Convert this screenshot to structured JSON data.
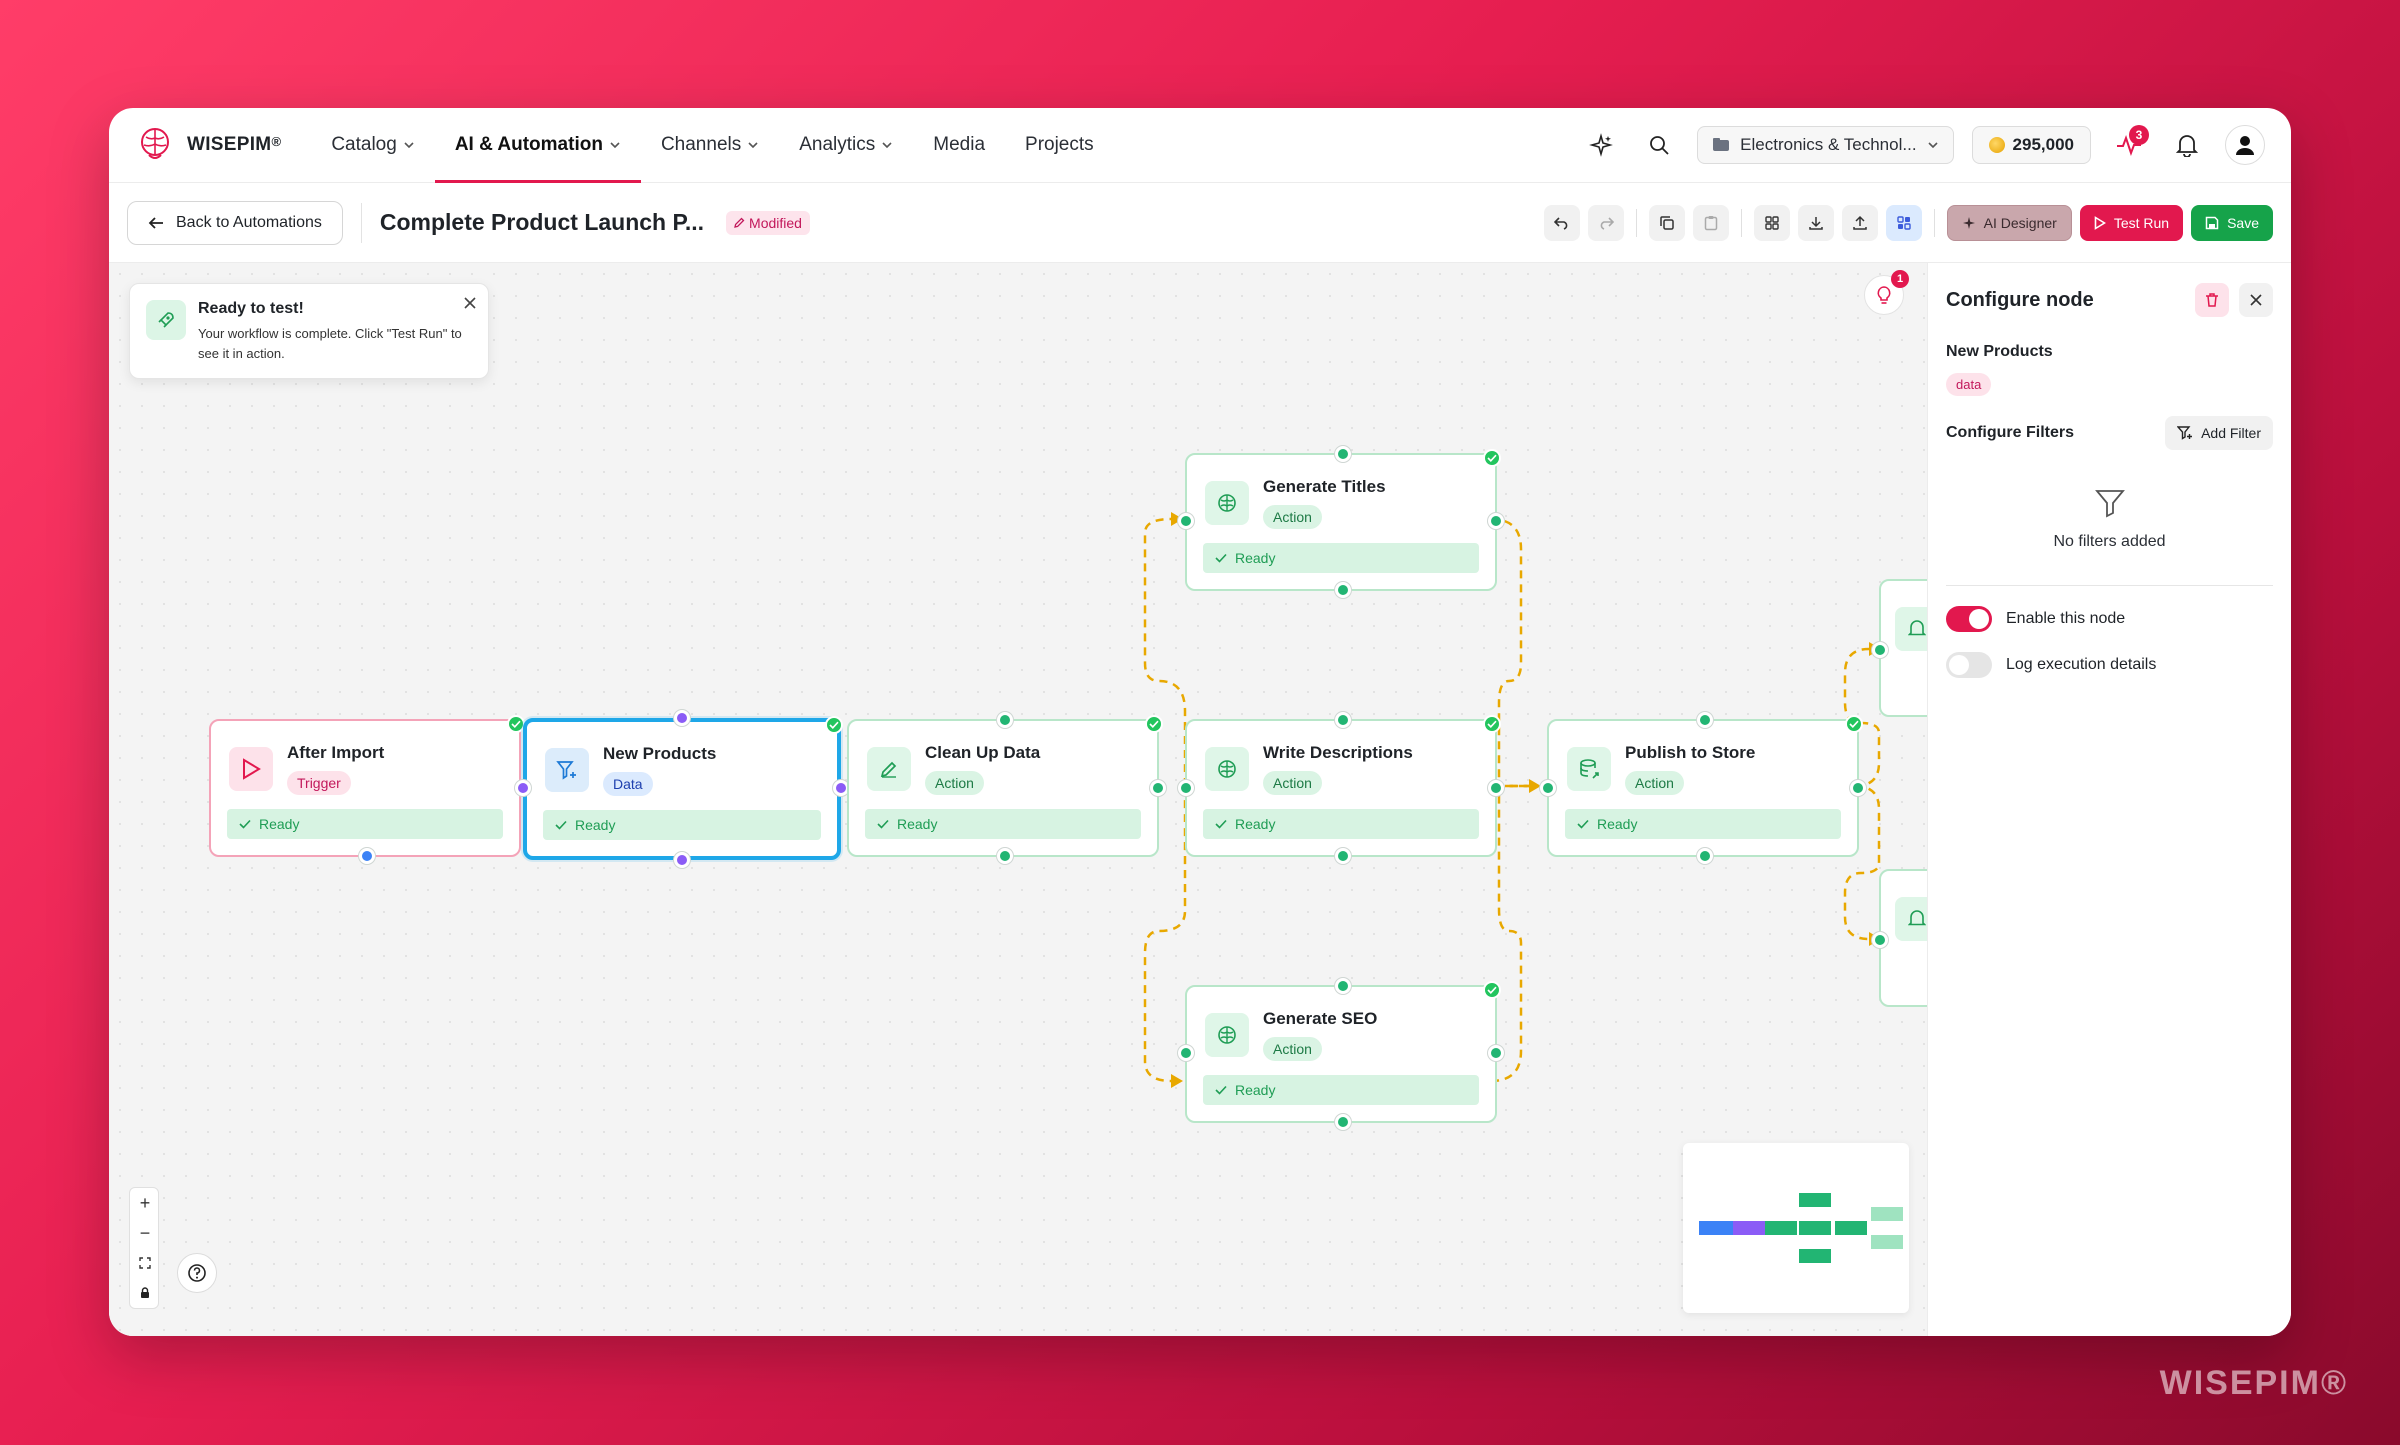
{
  "brand": {
    "name": "WISEPIM",
    "mark": "®",
    "watermark": "WISEPIM®"
  },
  "nav": {
    "items": [
      {
        "label": "Catalog",
        "dropdown": true,
        "active": false
      },
      {
        "label": "AI & Automation",
        "dropdown": true,
        "active": true
      },
      {
        "label": "Channels",
        "dropdown": true,
        "active": false
      },
      {
        "label": "Analytics",
        "dropdown": true,
        "active": false
      },
      {
        "label": "Media",
        "dropdown": false,
        "active": false
      },
      {
        "label": "Projects",
        "dropdown": false,
        "active": false
      }
    ],
    "workspace": "Electronics & Technol...",
    "credits": "295,000",
    "activity_count": "3"
  },
  "toolbar": {
    "back_label": "Back to Automations",
    "title": "Complete Product Launch P...",
    "modified_label": "Modified",
    "ai_designer_label": "AI Designer",
    "test_run_label": "Test Run",
    "save_label": "Save"
  },
  "toast": {
    "title": "Ready to test!",
    "body": "Your workflow is complete. Click \"Test Run\" to see it in action."
  },
  "hint_count": "1",
  "nodes": [
    {
      "id": "after-import",
      "title": "After Import",
      "type": "Trigger",
      "status": "Ready"
    },
    {
      "id": "new-products",
      "title": "New Products",
      "type": "Data",
      "status": "Ready"
    },
    {
      "id": "clean-up-data",
      "title": "Clean Up Data",
      "type": "Action",
      "status": "Ready"
    },
    {
      "id": "generate-titles",
      "title": "Generate Titles",
      "type": "Action",
      "status": "Ready"
    },
    {
      "id": "write-descriptions",
      "title": "Write Descriptions",
      "type": "Action",
      "status": "Ready"
    },
    {
      "id": "generate-seo",
      "title": "Generate SEO",
      "type": "Action",
      "status": "Ready"
    },
    {
      "id": "publish-to-store",
      "title": "Publish to Store",
      "type": "Action",
      "status": "Ready"
    }
  ],
  "panel": {
    "title": "Configure node",
    "node_name": "New Products",
    "node_tag": "data",
    "filters_label": "Configure Filters",
    "add_filter_label": "Add Filter",
    "empty_filters": "No filters added",
    "enable_label": "Enable this node",
    "enable_on": true,
    "log_label": "Log execution details",
    "log_on": false
  },
  "colors": {
    "brand": "#e2184e",
    "success": "#22b573",
    "edge": "#e8a800",
    "selected": "#1ea7e8"
  }
}
